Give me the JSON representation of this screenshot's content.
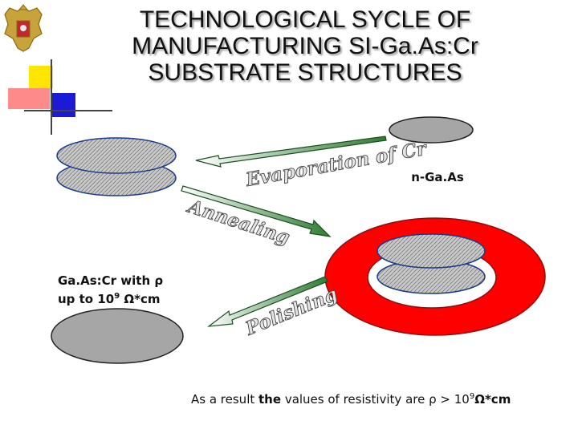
{
  "title": {
    "line1": "TECHNOLOGICAL SYCLE OF",
    "line2": "MANUFACTURING SI-Ga.As:Cr",
    "line3": "SUBSTRATE STRUCTURES"
  },
  "labels": {
    "evaporation": "Evaporation of Cr",
    "annealing": "Annealing",
    "polishing": "Polishing",
    "n_gaas": "n-Ga.As",
    "gaas_cr_line1": "Ga.As:Cr with ρ",
    "gaas_cr_line2_prefix": "up to 10",
    "gaas_cr_line2_exp": "9",
    "gaas_cr_line2_suffix": " Ω*cm"
  },
  "result": {
    "prefix": "As a result ",
    "bold": "the",
    "middle": " values of resistivity are ρ > 10",
    "exp": "9",
    "suffix": "Ω*cm"
  },
  "colors": {
    "wafer_fill": "#c8c8c8",
    "gray_disc": "#a6a6a6",
    "ring_red": "#ff0000",
    "arrow_green": "#2e7d32",
    "deco_yellow": "#ffe600",
    "deco_pink": "#ff8a8a",
    "deco_blue": "#1b1bd6"
  }
}
